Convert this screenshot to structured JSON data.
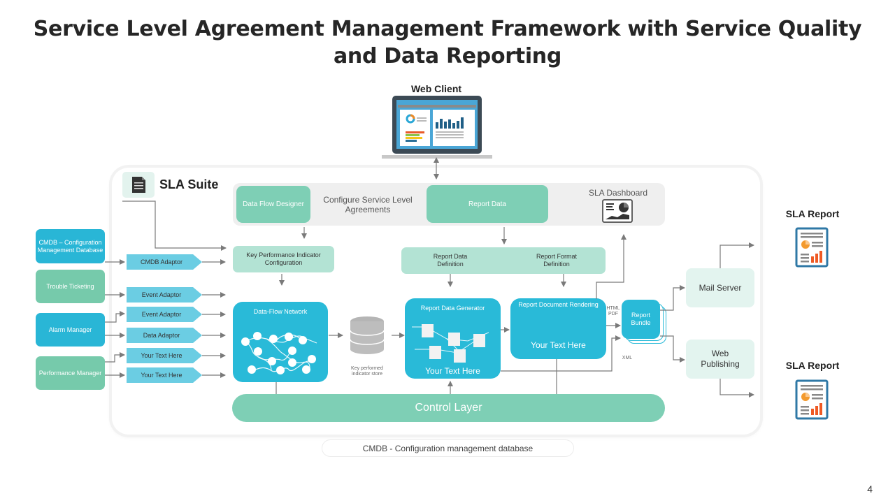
{
  "title": "Service Level Agreement Management Framework with Service Quality and Data Reporting",
  "page_number": "4",
  "web_client": {
    "label": "Web Client",
    "icon": "laptop-dashboard-icon"
  },
  "suite": {
    "title": "SLA Suite",
    "icon": "document-icon"
  },
  "config_band": {
    "data_flow_designer": "Data Flow Designer",
    "configure_sla": "Configure Service Level Agreements",
    "report_data": "Report Data",
    "sla_dashboard": "SLA Dashboard",
    "dashboard_icon": "dashboard-chart-icon"
  },
  "kpi_config": "Key Performance Indicator Configuration",
  "report_definitions": {
    "data_definition": "Report Data Definition",
    "format_definition": "Report Format Definition"
  },
  "sources": [
    {
      "label": "CMDB – Configuration Management Database",
      "color": "#29b6d6"
    },
    {
      "label": "Trouble Ticketing",
      "color": "#76caab"
    },
    {
      "label": "Alarm Manager",
      "color": "#29b6d6"
    },
    {
      "label": "Performance Manager",
      "color": "#76caab"
    }
  ],
  "adaptors": [
    {
      "label": "CMDB Adaptor"
    },
    {
      "label": "Event Adaptor"
    },
    {
      "label": "Event Adaptor"
    },
    {
      "label": "Data Adaptor"
    },
    {
      "label": "Your Text Here"
    },
    {
      "label": "Your Text Here"
    }
  ],
  "data_flow_network": {
    "title": "Data-Flow Network",
    "icon": "network-graph-icon"
  },
  "kpi_store": {
    "label": "Key performed indicator store",
    "icon": "database-icon"
  },
  "report_data_generator": {
    "title": "Report Data Generator",
    "text": "Your Text Here",
    "icon": "flow-nodes-icon"
  },
  "report_document_rendering": {
    "title": "Report Document Rendering",
    "text": "Your Text Here"
  },
  "report_bundle": {
    "title": "Report Bundle",
    "formats_top": "HTML PDF",
    "format_bottom": "XML"
  },
  "control_layer": "Control Layer",
  "outputs": {
    "mail_server": "Mail Server",
    "web_publishing": "Web Publishing"
  },
  "sla_reports": [
    {
      "label": "SLA Report",
      "icon": "report-document-icon"
    },
    {
      "label": "SLA Report",
      "icon": "report-document-icon"
    }
  ],
  "legend": "CMDB - Configuration  management  database",
  "colors": {
    "teal": "#7ecfb5",
    "light_teal": "#b3e3d4",
    "blue": "#29bad8",
    "adaptor_blue": "#6bcde3",
    "output_bg": "#e3f4ef",
    "arrow": "#7a7a7a"
  }
}
